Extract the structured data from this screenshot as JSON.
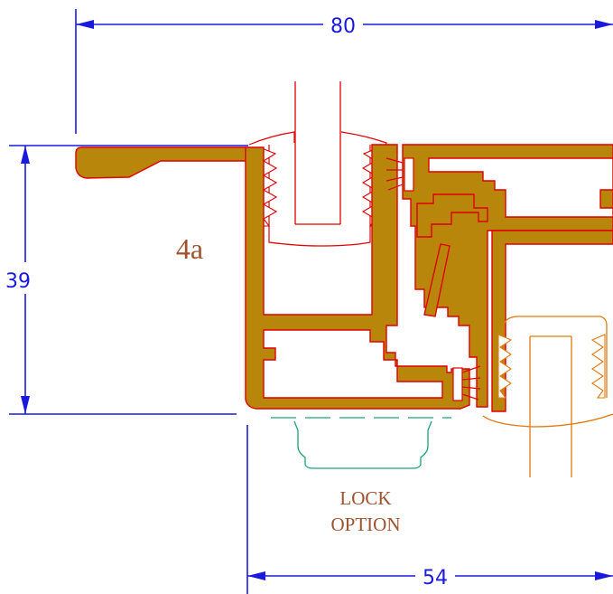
{
  "dimensions": {
    "overall_width": "80",
    "height": "39",
    "inner_width": "54"
  },
  "profile": {
    "id_label": "4a"
  },
  "lock": {
    "line1": "LOCK",
    "line2": "OPTION"
  },
  "colors": {
    "dimension": "#1a1adc",
    "profile_fill": "#b8860b",
    "profile_outline": "#e00000",
    "label_text": "#a0522d",
    "lock_outline": "#1aa37a",
    "sash_outline": "#e07a10",
    "glass_outline": "#e00000"
  }
}
